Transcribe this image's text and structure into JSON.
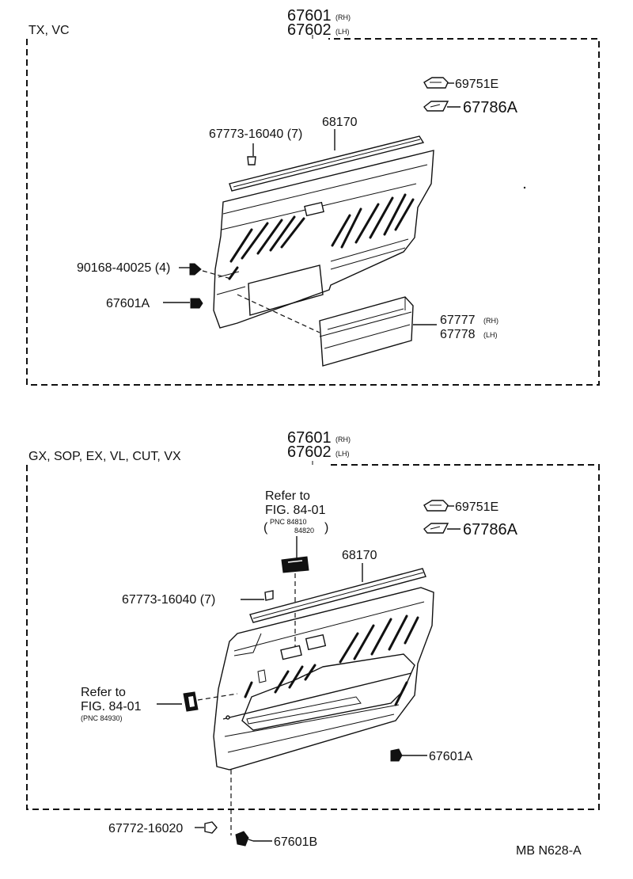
{
  "sections": [
    {
      "variant": "TX, VC",
      "assembly_rh": "67601",
      "assembly_lh": "67602",
      "parts": {
        "p69751E": "69751E",
        "p67786A": "67786A",
        "p68170": "68170",
        "p67773": "67773-16040 (7)",
        "p90168": "90168-40025 (4)",
        "p67601A": "67601A",
        "p67777": "67777",
        "p67778": "67778"
      }
    },
    {
      "variant": "GX, SOP, EX, VL, CUT, VX",
      "assembly_rh": "67601",
      "assembly_lh": "67602",
      "parts": {
        "p69751E": "69751E",
        "p67786A": "67786A",
        "p68170": "68170",
        "p67773": "67773-16040 (7)",
        "p67601A": "67601A",
        "p67772": "67772-16020",
        "p67601B": "67601B"
      },
      "refs": {
        "ref1_line1": "Refer to",
        "ref1_line2": "FIG. 84-01",
        "ref1_pnc1": "PNC 84810",
        "ref1_pnc2": "84820",
        "ref2_line1": "Refer to",
        "ref2_line2": "FIG. 84-01",
        "ref2_pnc": "(PNC 84930)"
      }
    }
  ],
  "tags": {
    "rh": "(RH)",
    "lh": "(LH)"
  },
  "footer_code": "MB  N628-A"
}
